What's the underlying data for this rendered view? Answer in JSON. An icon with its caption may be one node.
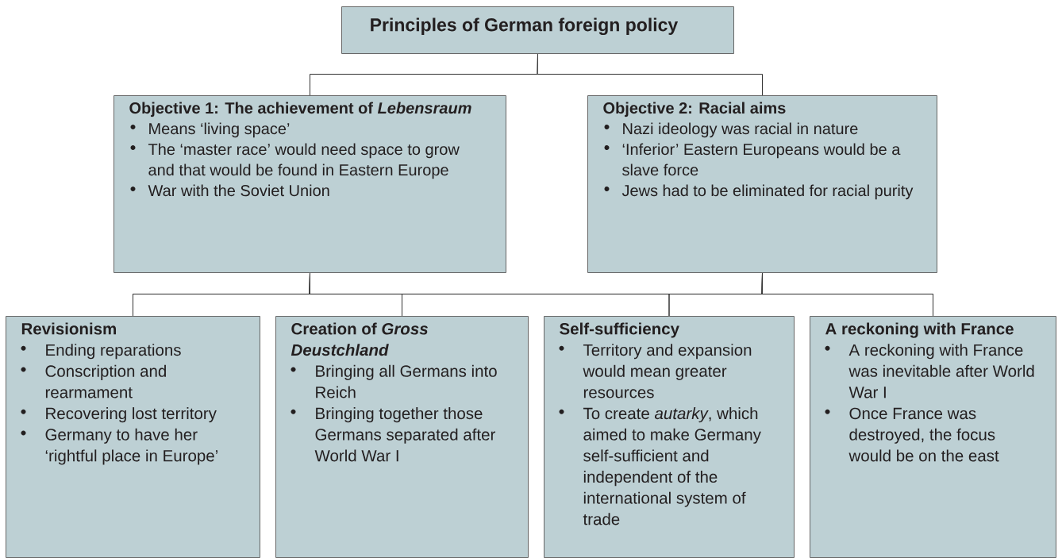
{
  "diagram": {
    "nodes": [
      {
        "text": [
          "Principles of German foreign policy"
        ]
      },
      {
        "text": [
          "Objective 1: The achievement of *Lebensraum*",
          "Means ‘living space’",
          "The ‘master race’ would need space to grow and that would be found in Eastern Europe",
          "War with the Soviet Union"
        ]
      },
      {
        "text": [
          "Objective 2: Racial aims",
          "Nazi ideology was racial in nature",
          "‘Inferior’ Eastern Europeans would be a slave force",
          "Jews had to be eliminated for racial purity"
        ]
      },
      {
        "text": [
          "Revisionism",
          "Ending reparations",
          "Conscription and rearmament",
          "Recovering lost territory",
          "Germany to have her ‘rightful place in Europe’"
        ]
      },
      {
        "text": [
          "Creation of *Gross Deustchland*",
          "Bringing all Germans into Reich",
          "Bringing together those Germans separated after World War I"
        ]
      },
      {
        "text": [
          "Self-sufficiency",
          "Territory and expansion would mean greater resources",
          "To create *autarky*, which aimed to make Germany self-sufficient and independent of the international system of trade"
        ]
      },
      {
        "text": [
          "A reckoning with France",
          "A reckoning with France was inevitable after World War I",
          "Once France was destroyed, the focus would be on the east"
        ]
      }
    ],
    "edges": [
      {
        "from": 0,
        "to": 1,
        "arrow": "none"
      },
      {
        "from": 0,
        "to": 2,
        "arrow": "none"
      },
      {
        "from": 1,
        "to": 3,
        "arrow": "none"
      },
      {
        "from": 1,
        "to": 4,
        "arrow": "none"
      },
      {
        "from": 1,
        "to": 5,
        "arrow": "none"
      },
      {
        "from": 1,
        "to": 6,
        "arrow": "none"
      },
      {
        "from": 2,
        "to": 3,
        "arrow": "none"
      },
      {
        "from": 2,
        "to": 4,
        "arrow": "none"
      },
      {
        "from": 2,
        "to": 5,
        "arrow": "none"
      },
      {
        "from": 2,
        "to": 6,
        "arrow": "none"
      }
    ]
  }
}
